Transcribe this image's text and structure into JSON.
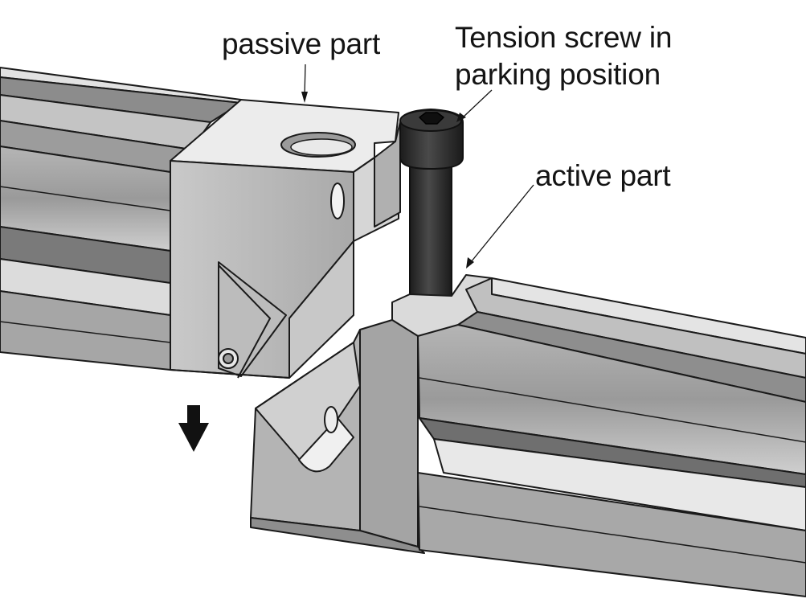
{
  "labels": {
    "passive": "passive part",
    "tension_line1": "Tension screw in",
    "tension_line2": "parking position",
    "active": "active part"
  },
  "icons": {
    "direction_arrow": "arrow-down-icon"
  },
  "colors": {
    "background": "#ffffff",
    "outline": "#1a1a1a",
    "profile_light": "#d2d2d2",
    "profile_mid": "#a8a8a8",
    "profile_dark": "#7a7a7a",
    "screw": "#2a2a2a"
  }
}
